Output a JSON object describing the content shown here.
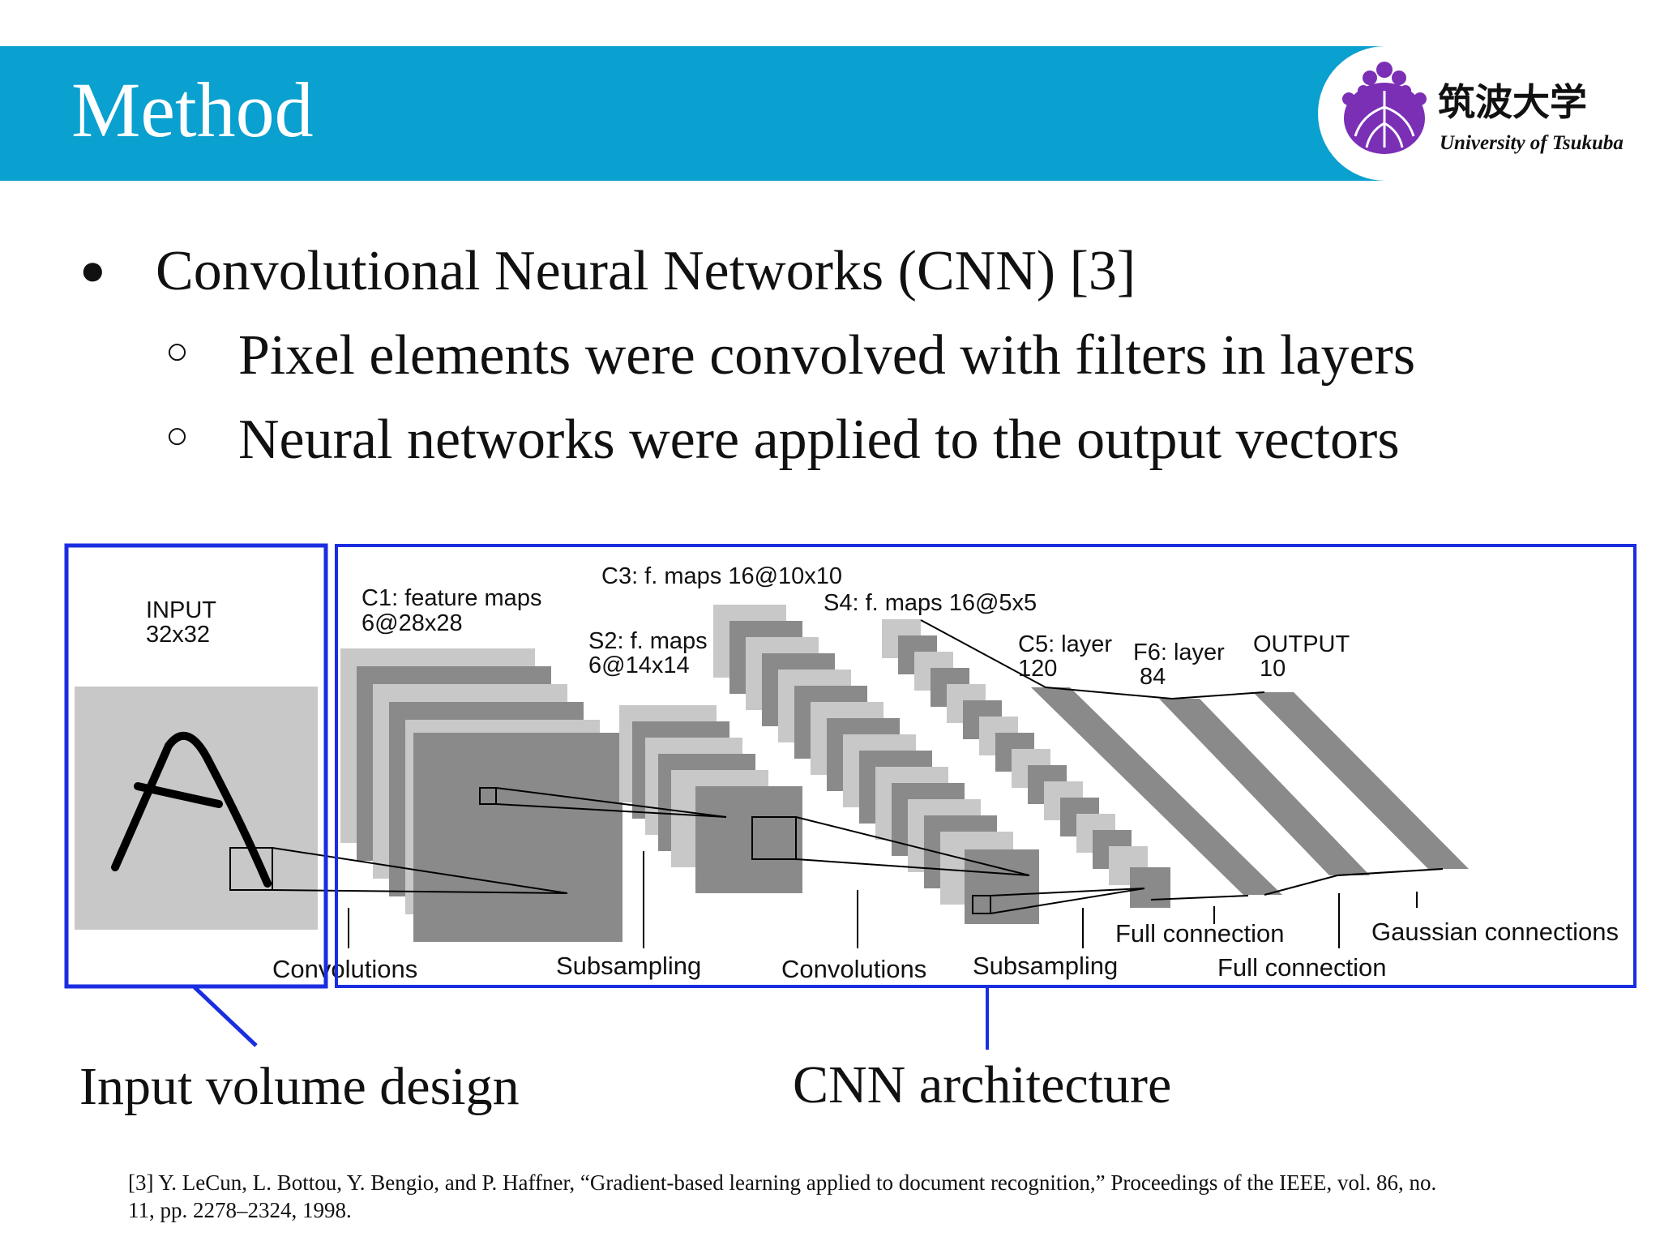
{
  "header": {
    "title": "Method",
    "logo": {
      "name_jp": "筑波大学",
      "name_en": "University of Tsukuba",
      "emblem_color": "#7b2fb5"
    },
    "bar_color": "#0aa0cf"
  },
  "bullets": {
    "main": "Convolutional Neural Networks (CNN) [3]",
    "subs": [
      "Pixel elements were convolved with filters in layers",
      "Neural networks were applied to the output vectors"
    ]
  },
  "diagram": {
    "box_color": "#1a2ee0",
    "input_label_1": "INPUT",
    "input_label_2": "32x32",
    "c1_label_1": "C1: feature maps",
    "c1_label_2": "6@28x28",
    "s2_label_1": "S2: f. maps",
    "s2_label_2": "6@14x14",
    "c3_label": "C3: f. maps 16@10x10",
    "s4_label": "S4: f. maps 16@5x5",
    "c5_label_1": "C5: layer",
    "c5_label_2": "120",
    "f6_label_1": "F6: layer",
    "f6_label_2": "84",
    "output_label_1": "OUTPUT",
    "output_label_2": "10",
    "op_convolutions_1": "Convolutions",
    "op_subsampling_1": "Subsampling",
    "op_convolutions_2": "Convolutions",
    "op_subsampling_2": "Subsampling",
    "op_full_connection_1": "Full connection",
    "op_full_connection_2": "Full connection",
    "op_gaussian": "Gaussian connections"
  },
  "captions": {
    "left": "Input volume design",
    "right": "CNN architecture"
  },
  "reference": {
    "line1": "[3] Y. LeCun, L. Bottou, Y. Bengio, and P. Haffner, “Gradient-based learning applied to document recognition,” Proceedings of the IEEE, vol. 86, no.",
    "line2": "11, pp. 2278–2324, 1998."
  }
}
